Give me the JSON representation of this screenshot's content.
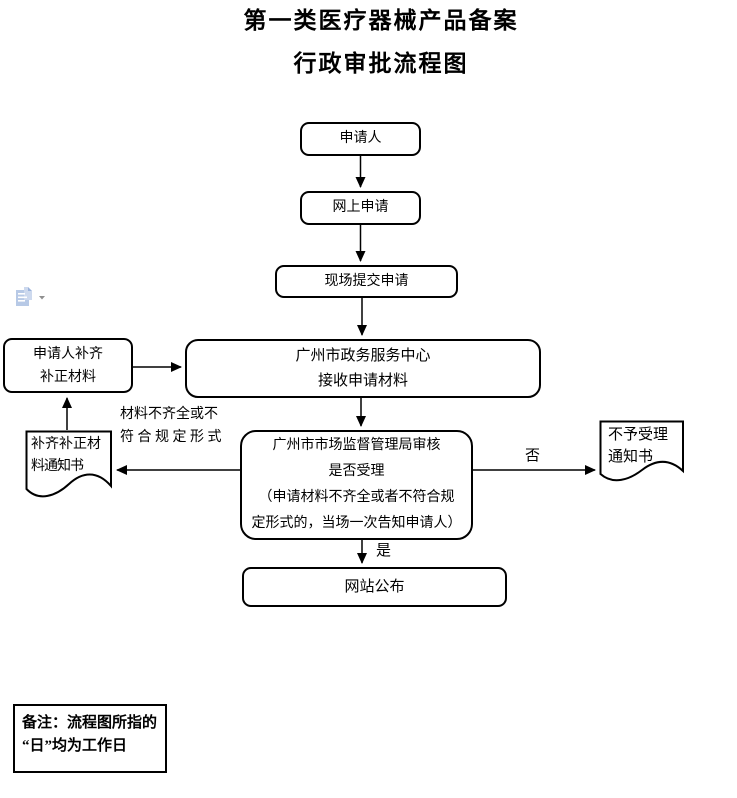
{
  "title": {
    "line1": "第一类医疗器械产品备案",
    "line2": "行政审批流程图"
  },
  "flow": {
    "applicant": {
      "label": "申请人"
    },
    "online_application": {
      "label": "网上申请"
    },
    "onsite_submission": {
      "label": "现场提交申请"
    },
    "service_center": {
      "line1": "广州市政务服务中心",
      "line2": "接收申请材料"
    },
    "review_decision": {
      "line1": "广州市市场监督管理局审核",
      "line2": "是否受理",
      "line3": "（申请材料不齐全或者不符合规",
      "line4": "定形式的，当场一次告知申请人）"
    },
    "website_publish": {
      "label": "网站公布"
    },
    "applicant_supplement": {
      "line1": "申请人补齐",
      "line2": "补正材料"
    },
    "supplement_notice_doc": {
      "line1": "补齐补正材",
      "line2": "料通知书"
    },
    "rejection_notice_doc": {
      "line1": "不予受理",
      "line2": "通知书"
    }
  },
  "edge_labels": {
    "materials_incomplete": {
      "line1": "材料不齐全或不",
      "line2": "符合规定形式"
    },
    "no": "否",
    "yes": "是"
  },
  "note": {
    "line1": "备注：流程图所指的",
    "line2": "“日”均为工作日"
  },
  "icons": {
    "paste_options": "paste-options-icon"
  },
  "colors": {
    "line": "#000000",
    "background": "#ffffff",
    "icon_blue": "#b7c9e6",
    "icon_blue_dark": "#8fadd8",
    "icon_gray": "#8f8f8f"
  }
}
